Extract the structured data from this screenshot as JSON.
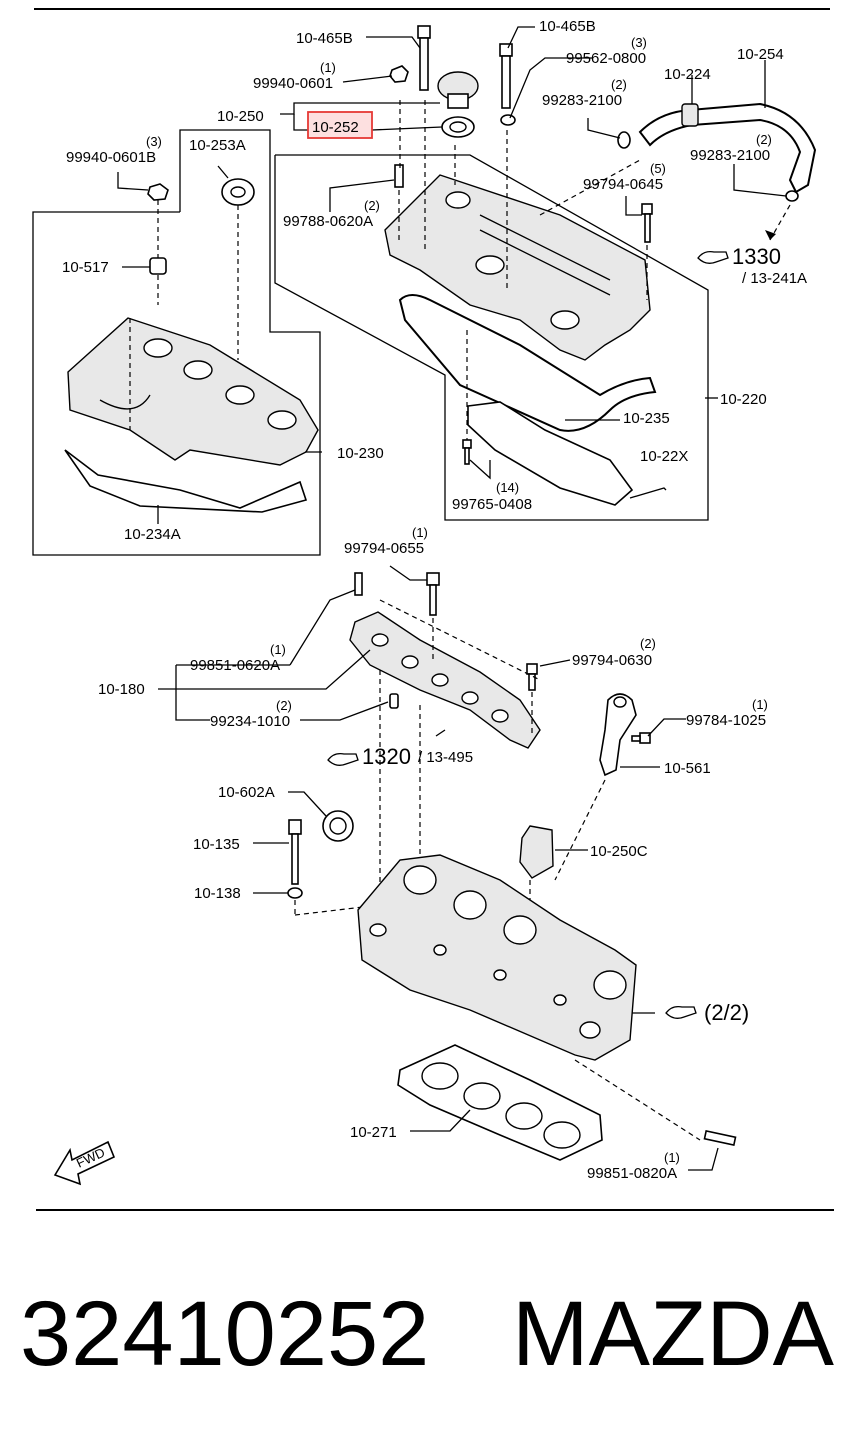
{
  "labels": {
    "l_465b_a": "10-465B",
    "l_465b_b": "10-465B",
    "l_99940_0601": "99940-0601",
    "q_99940_0601": "(1)",
    "l_99562_0800": "99562-0800",
    "q_99562_0800": "(3)",
    "l_10_254": "10-254",
    "l_10_224": "10-224",
    "l_99283_2100_a": "99283-2100",
    "q_99283_2100_a": "(2)",
    "l_10_250": "10-250",
    "l_10_252": "10-252",
    "l_99940_0601b": "99940-0601B",
    "q_99940_0601b": "(3)",
    "l_10_253a": "10-253A",
    "l_99283_2100_b": "99283-2100",
    "q_99283_2100_b": "(2)",
    "l_99794_0645": "99794-0645",
    "q_99794_0645": "(5)",
    "l_99788_0620a": "99788-0620A",
    "q_99788_0620a": "(2)",
    "l_1330": "1330",
    "l_13_241a": "/ 13-241A",
    "l_10_517": "10-517",
    "l_10_235": "10-235",
    "l_10_220": "10-220",
    "l_10_22x": "10-22X",
    "l_10_230": "10-230",
    "l_99765_0408": "99765-0408",
    "q_99765_0408": "(14)",
    "l_10_234a": "10-234A",
    "l_99794_0655": "99794-0655",
    "q_99794_0655": "(1)",
    "l_99851_0620a": "99851-0620A",
    "q_99851_0620a": "(1)",
    "l_99794_0630": "99794-0630",
    "q_99794_0630": "(2)",
    "l_10_180": "10-180",
    "l_99234_1010": "99234-1010",
    "q_99234_1010": "(2)",
    "l_99784_1025": "99784-1025",
    "q_99784_1025": "(1)",
    "l_1320": "1320",
    "l_13_495": "/ 13-495",
    "l_10_561": "10-561",
    "l_10_602a": "10-602A",
    "l_10_135": "10-135",
    "l_10_250c": "10-250C",
    "l_10_138": "10-138",
    "l_2_2": "(2/2)",
    "l_10_271": "10-271",
    "l_99851_0820a": "99851-0820A",
    "q_99851_0820a": "(1)",
    "l_fwd": "FWD"
  },
  "highlight": {
    "part": "10-252",
    "color": "#e53935",
    "fill": "#fde0e0"
  },
  "footer": {
    "part_number": "32410252",
    "brand": "MAZDA"
  }
}
